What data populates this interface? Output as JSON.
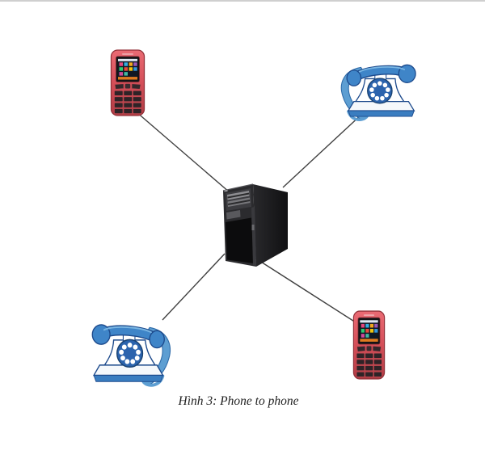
{
  "page": {
    "background_color": "#ffffff",
    "top_border_color": "#cfcfcf"
  },
  "figure": {
    "caption": "Hình 3: Phone to phone",
    "diagram_type": "star network topology",
    "line_color": "#3f3f3f",
    "nodes": [
      {
        "id": "mobile-phone-top-left",
        "device": "mobile phone",
        "accent_color": "#d9535e"
      },
      {
        "id": "desk-telephone-top-right",
        "device": "rotary desk telephone",
        "accent_color": "#3f85c8"
      },
      {
        "id": "server-center",
        "device": "tower server",
        "accent_color": "#232325"
      },
      {
        "id": "desk-telephone-bottom-left",
        "device": "rotary desk telephone",
        "accent_color": "#3f85c8"
      },
      {
        "id": "mobile-phone-bottom-right",
        "device": "mobile phone",
        "accent_color": "#d9535e"
      }
    ],
    "connections": [
      {
        "from": "mobile-phone-top-left",
        "to": "server-center"
      },
      {
        "from": "desk-telephone-top-right",
        "to": "server-center"
      },
      {
        "from": "desk-telephone-bottom-left",
        "to": "server-center"
      },
      {
        "from": "mobile-phone-bottom-right",
        "to": "server-center"
      }
    ]
  }
}
